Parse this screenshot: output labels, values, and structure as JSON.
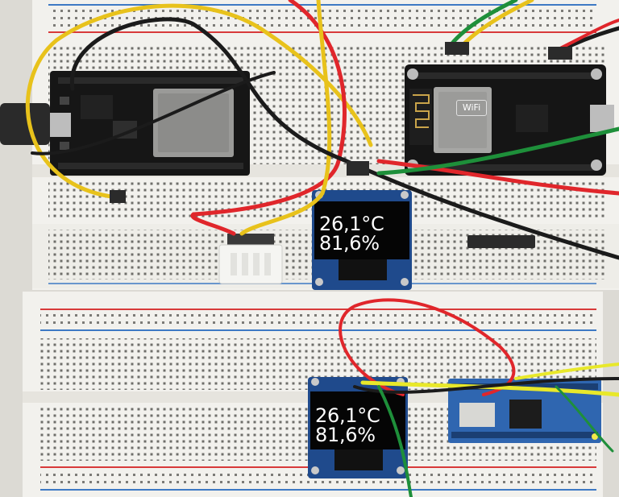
{
  "scene": {
    "description_title": "",
    "colors": {
      "breadboard": "#f1f0ec",
      "rail_red": "#d83a3a",
      "rail_blue": "#3d79c4",
      "pcb_black": "#161616",
      "oled_pcb": "#1f4a8c",
      "oled_screen": "#050505",
      "wire_red": "#e0262b",
      "wire_yellow": "#e8c21b",
      "wire_black": "#1b1b1b",
      "wire_green": "#1e8f3a",
      "sensor_white": "#f5f5f2",
      "nano_blue": "#2f66b0"
    }
  },
  "displays": [
    {
      "temperature": "26,1°C",
      "humidity": "81,6%"
    },
    {
      "temperature": "26,1°C",
      "humidity": "81,6%"
    }
  ],
  "icons": {
    "wifi_badge": "WiFi"
  }
}
